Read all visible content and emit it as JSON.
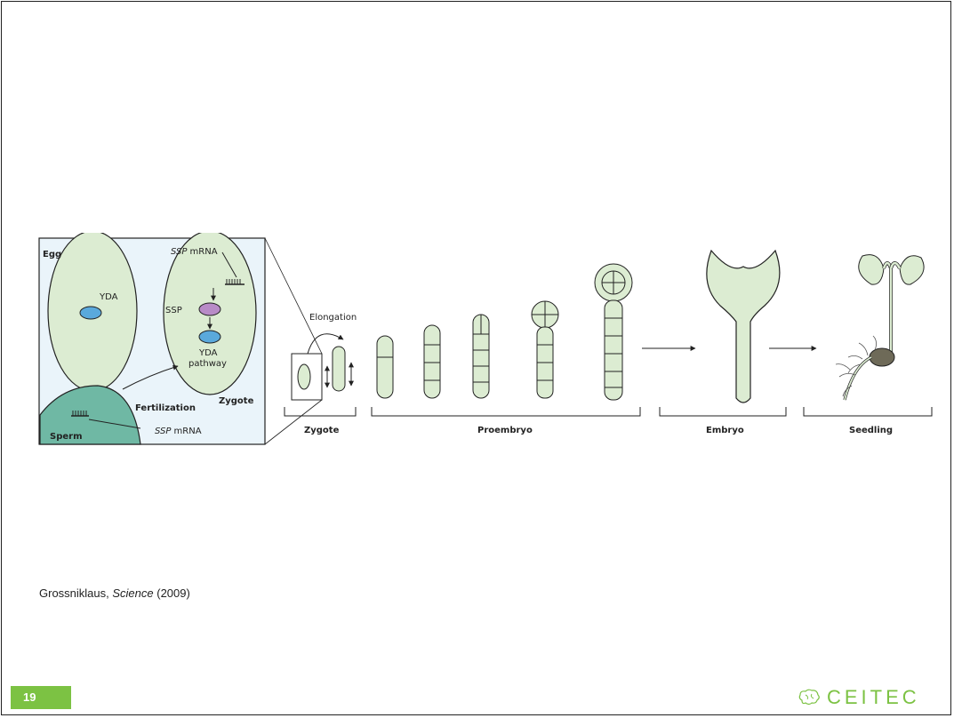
{
  "figure": {
    "inset": {
      "egg_label": "Egg",
      "ssp_mrna_egg_italic": "SSP",
      "ssp_mrna_egg_rest": " mRNA",
      "yda_label": "YDA",
      "ssp_protein_label": "SSP",
      "yda_pathway_line1": "YDA",
      "yda_pathway_line2": "pathway",
      "fertilization_label": "Fertilization",
      "zygote_label": "Zygote",
      "sperm_label": "Sperm",
      "ssp_mrna_sperm_italic": "SSP",
      "ssp_mrna_sperm_rest": " mRNA"
    },
    "elongation_label": "Elongation",
    "stages": [
      "Zygote",
      "Proembryo",
      "Embryo",
      "Seedling"
    ]
  },
  "citation": {
    "author": "Grossniklaus, ",
    "journal": "Science",
    "year": " (2009)"
  },
  "page_number": "19",
  "logo": {
    "text": "CEITEC",
    "icon": "brain-outline-icon"
  },
  "colors": {
    "cell_fill": "#dcecd2",
    "sperm_fill": "#6fb8a4",
    "inset_bg": "#eaf4fa",
    "badge_green": "#7cc243",
    "yda_blue": "#5aa9dc",
    "ssp_purple": "#b88bc7"
  }
}
